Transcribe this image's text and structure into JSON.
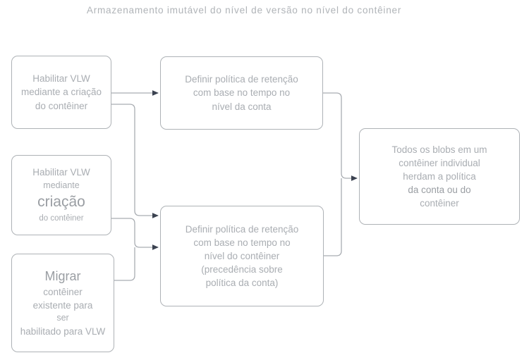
{
  "title": "Armazenamento imutável do nível de versão no nível do contêiner",
  "colors": {
    "box_border": "#aeb2b6",
    "text": "#a9adb2",
    "text_emphasis": "#9a9ea3",
    "connector": "#a9adb2",
    "arrowhead": "#3b4250",
    "background": "#ffffff"
  },
  "nodes": {
    "enable_vlw_create": {
      "lines": [
        "Habilitar VLW",
        "mediante a criação",
        "do contêiner"
      ]
    },
    "enable_vlw_creation": {
      "lines": [
        "Habilitar VLW",
        "mediante",
        "criação",
        "do contêiner"
      ]
    },
    "migrate_container": {
      "lines": [
        "Migrar",
        "contêiner",
        "existente para",
        "ser",
        "habilitado para VLW"
      ]
    },
    "account_policy": {
      "lines": [
        "Definir política de retenção",
        "com base no tempo no",
        "nível da conta"
      ]
    },
    "container_policy": {
      "lines": [
        "Definir política de retenção",
        "com base no tempo no",
        "nível do contêiner",
        "(precedência sobre",
        "política da conta)"
      ]
    },
    "blobs_inherit": {
      "lines": [
        "Todos os blobs em um",
        "contêiner individual",
        "herdam a política",
        "da conta ou do",
        "contêiner"
      ]
    }
  },
  "connectors": [
    {
      "name": "enable-create-to-account-policy",
      "from": "enable_vlw_create",
      "to": "account_policy"
    },
    {
      "name": "enable-create-to-container-policy",
      "from": "enable_vlw_create",
      "to": "container_policy"
    },
    {
      "name": "enable-creation-to-container-policy",
      "from": "enable_vlw_creation",
      "to": "container_policy"
    },
    {
      "name": "migrate-to-container-policy",
      "from": "migrate_container",
      "to": "container_policy"
    },
    {
      "name": "account-policy-to-blobs-inherit",
      "from": "account_policy",
      "to": "blobs_inherit"
    },
    {
      "name": "container-policy-to-blobs-inherit",
      "from": "container_policy",
      "to": "blobs_inherit"
    }
  ]
}
